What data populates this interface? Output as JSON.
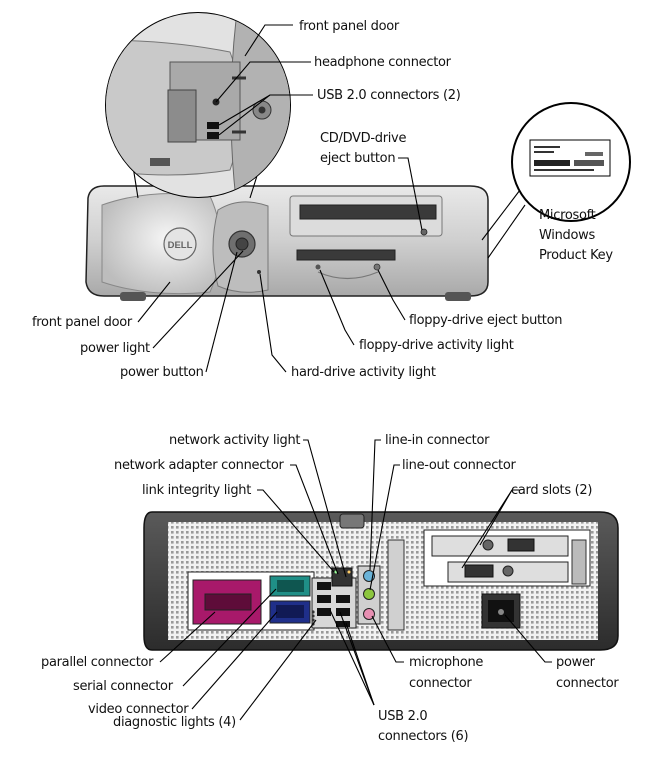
{
  "front_view": {
    "logo_text": "DELL",
    "labels": {
      "front_panel_door_top": "front panel door",
      "headphone_connector": "headphone connector",
      "usb_front": "USB 2.0 connectors (2)",
      "cd_eject_line1": "CD/DVD-drive",
      "cd_eject_line2": "eject button",
      "ms_key_line1": "Microsoft",
      "ms_key_line2": "Windows",
      "ms_key_line3": "Product Key",
      "front_panel_door_bottom": "front panel door",
      "power_light": "power light",
      "power_button": "power button",
      "hard_drive_light": "hard-drive activity light",
      "floppy_activity": "floppy-drive activity light",
      "floppy_eject": "floppy-drive eject button"
    }
  },
  "back_view": {
    "labels": {
      "network_activity": "network activity light",
      "network_adapter": "network adapter connector",
      "link_integrity": "link integrity light",
      "line_in": "line-in connector",
      "line_out": "line-out connector",
      "card_slots": "card slots (2)",
      "parallel": "parallel connector",
      "serial": "serial connector",
      "video": "video connector",
      "diagnostic": "diagnostic lights (4)",
      "microphone_line1": "microphone",
      "microphone_line2": "connector",
      "power_line1": "power",
      "power_line2": "connector",
      "usb_back_line1": "USB 2.0",
      "usb_back_line2": "connectors (6)"
    }
  }
}
